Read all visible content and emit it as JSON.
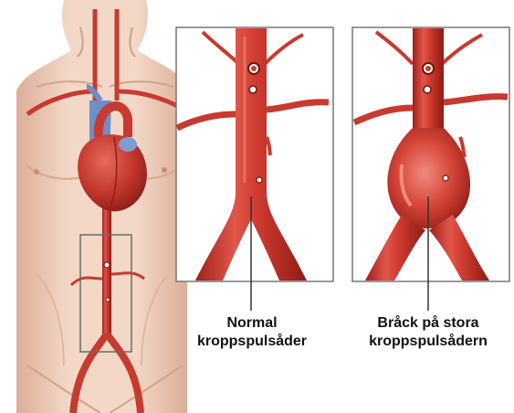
{
  "labels": {
    "normal_line1": "Normal",
    "normal_line2": "kroppspulsåder",
    "aneurysm_line1": "Bråck på stora",
    "aneurysm_line2": "kroppspulsådern"
  },
  "colors": {
    "skin": "#f2d3c2",
    "skin_shadow": "#d9ab93",
    "artery": "#c9342a",
    "artery_dark": "#8e1c16",
    "artery_light": "#e8685c",
    "vein_blue": "#6f8fc9",
    "panel_border": "#777777",
    "panel_bg": "#ffffff"
  }
}
